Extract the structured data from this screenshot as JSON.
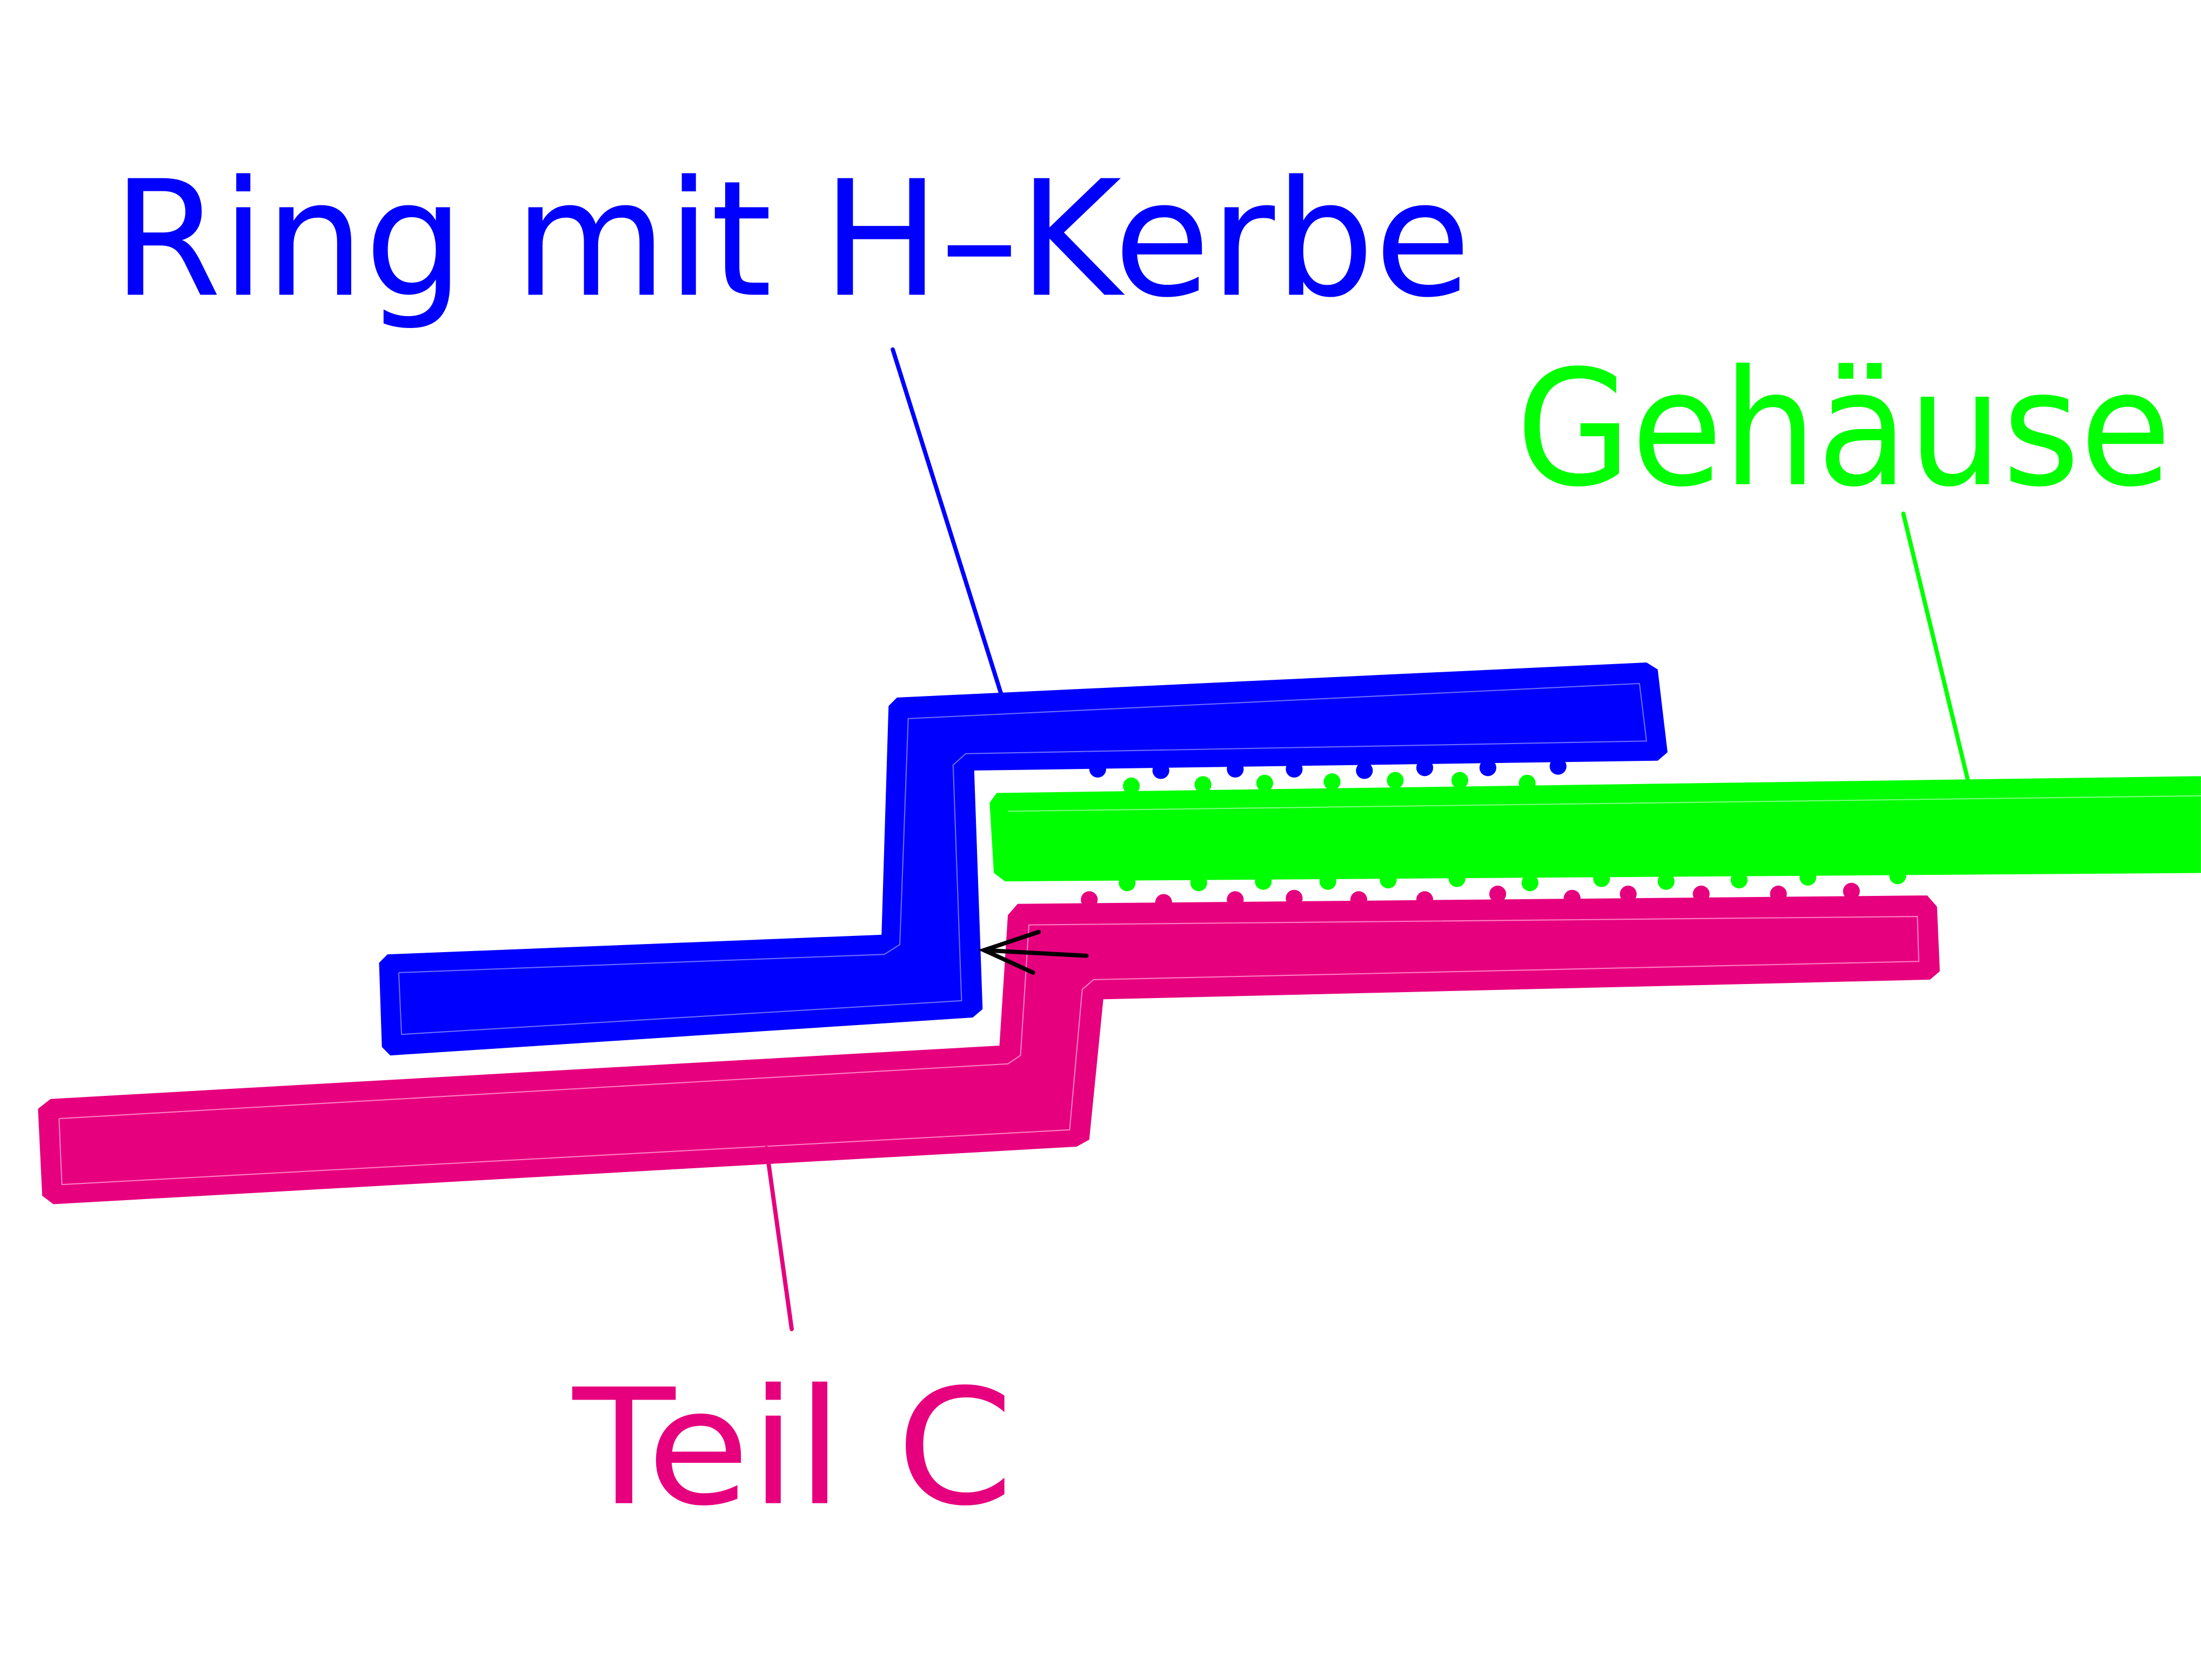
{
  "labels": {
    "ring": "Ring mit H–Kerbe",
    "housing": "Gehäuse",
    "part_c": "Teil C"
  },
  "colors": {
    "ring": "#0000ff",
    "housing": "#00ff00",
    "part_c": "#e6007e",
    "arrow": "#000000"
  }
}
